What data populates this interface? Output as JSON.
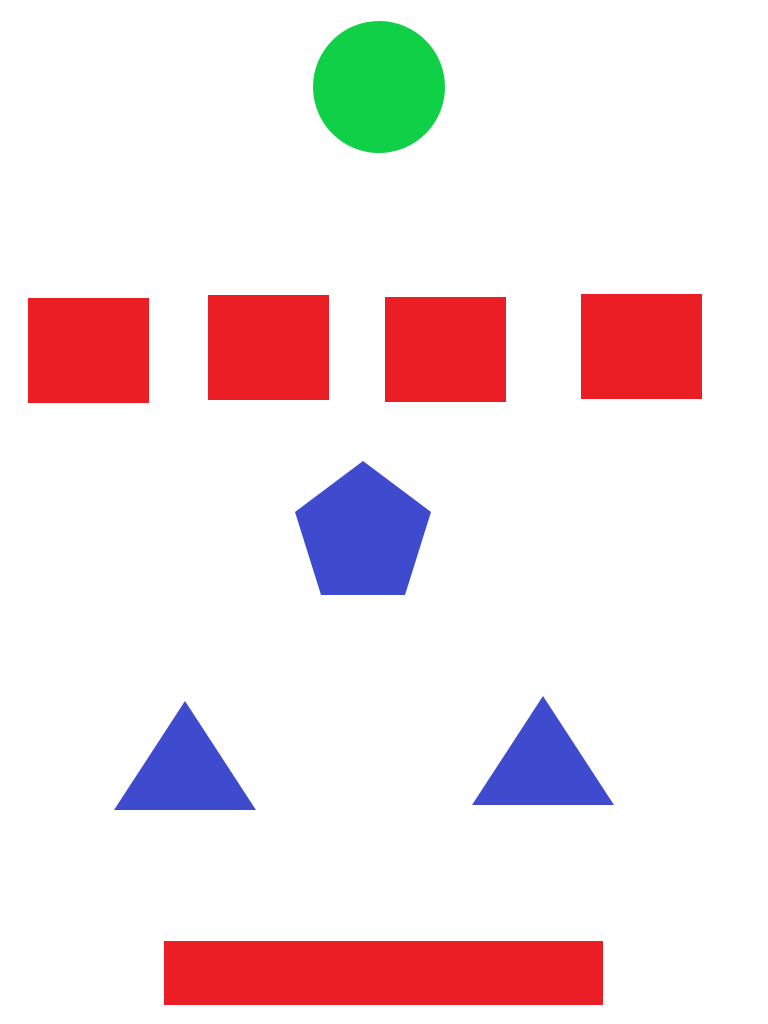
{
  "colors": {
    "green": "#10d048",
    "red": "#eb1e26",
    "blue": "#3f4bcf",
    "background": "#ffffff"
  },
  "shapes": [
    {
      "kind": "circle",
      "color": "green"
    },
    {
      "kind": "square",
      "color": "red"
    },
    {
      "kind": "square",
      "color": "red"
    },
    {
      "kind": "square",
      "color": "red"
    },
    {
      "kind": "square",
      "color": "red"
    },
    {
      "kind": "pentagon",
      "color": "blue"
    },
    {
      "kind": "triangle",
      "color": "blue"
    },
    {
      "kind": "triangle",
      "color": "blue"
    },
    {
      "kind": "bar",
      "color": "red"
    }
  ]
}
